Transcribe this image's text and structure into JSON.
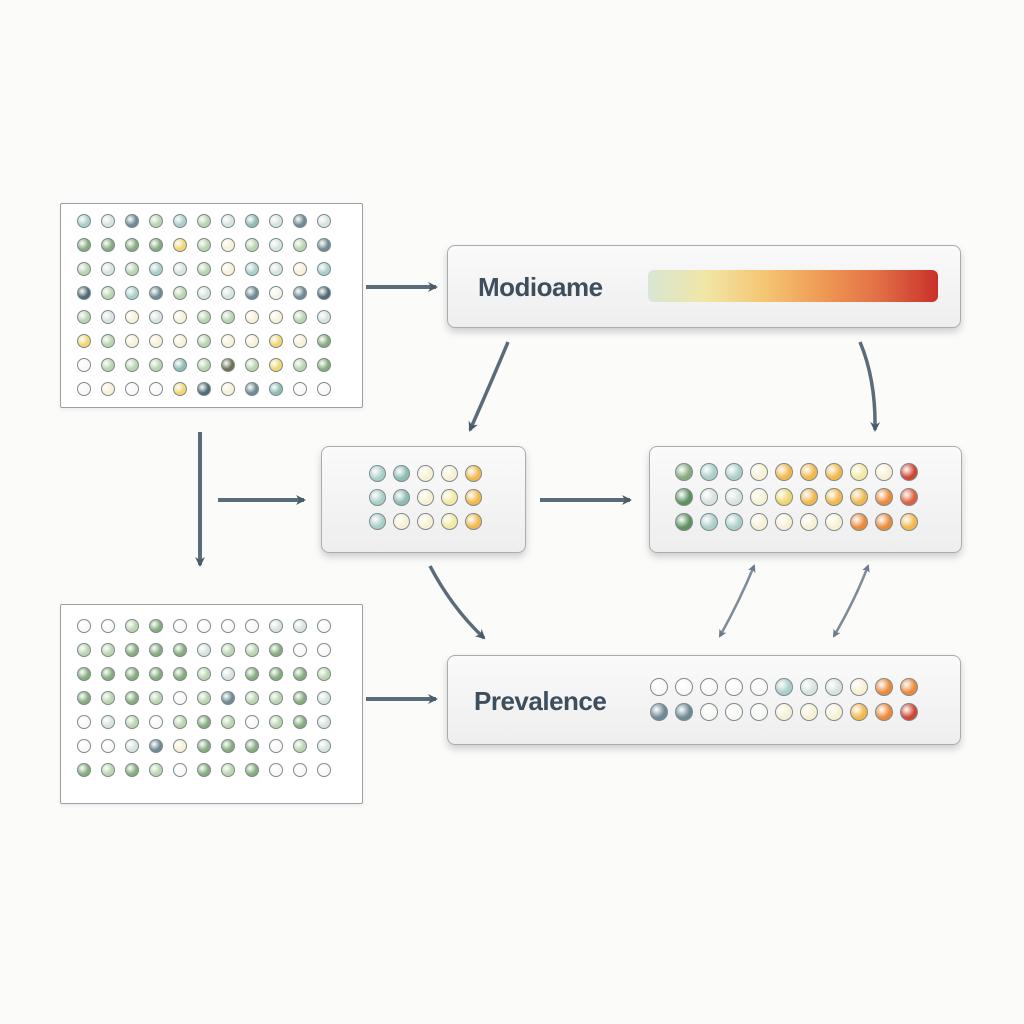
{
  "colors": {
    "e": "#f8f8f4",
    "v": "#f2f5e6",
    "w": "#f7f0d3",
    "p": "#d7e3de",
    "t": "#aacfc9",
    "T": "#8dbcb4",
    "g": "#b9d3ad",
    "m": "#86ad7e",
    "G": "#5e9360",
    "S": "#6e8b93",
    "D": "#4e6b74",
    "k": "#6a7350",
    "y": "#f3e9a2",
    "Y": "#f0d670",
    "o": "#f2b84e",
    "O": "#eb8a3a",
    "r": "#e0603b",
    "R": "#cf4632",
    "gradient_stops": [
      "#d8e6d4",
      "#f1e6a6",
      "#f4c673",
      "#ef9a55",
      "#e26e45",
      "#c8302a"
    ]
  },
  "plate_top": {
    "rows": [
      "tpSgtgpTpSp",
      "mmmmYgwgpgS",
      "gpgtpgwtpwt",
      "DgtSgppSvSD",
      "gpwpwggwwgp",
      "YgwwwgwwYwm",
      "egggTgkgYgm",
      "eweeYDwSTee"
    ]
  },
  "plate_bottom": {
    "rows": [
      "eegmeeeeppe",
      "ggmmmpggmee",
      "mmmmmgpmmmg",
      "mgmgegSggmp",
      "epgegmgegmp",
      "eepSwmmmegp",
      "mgmgemgmeee"
    ]
  },
  "panel_modiname": {
    "label": "Modioame"
  },
  "panel_small": {
    "rows": [
      "tTwwo",
      "tTwyo",
      "twwyo"
    ]
  },
  "panel_right": {
    "rows": [
      "mttwoooywR",
      "GppwYoooOr",
      "GttwwwwOOo"
    ]
  },
  "panel_prevalence": {
    "label": "Prevalence",
    "rows": [
      "eeeeetppwOO",
      "SSeeewwwoOR"
    ]
  }
}
